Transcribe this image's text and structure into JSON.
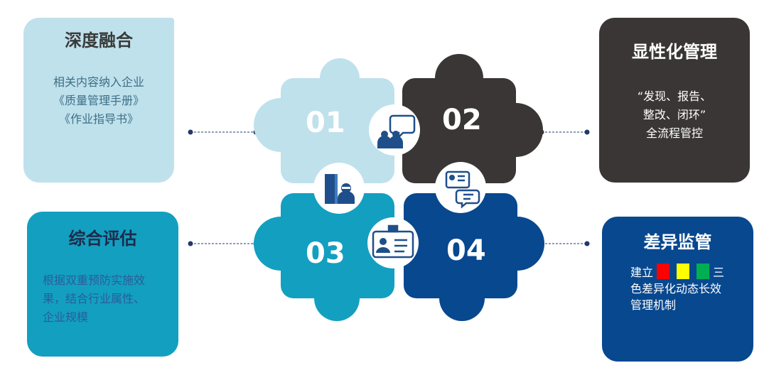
{
  "cards": [
    {
      "title": "深度融合",
      "lines": [
        "相关内容纳入企业",
        "《质量管理手册》",
        "《作业指导书》"
      ]
    },
    {
      "title": "显性化管理",
      "lines": [
        "“发现、报告、",
        "整改、闭环”",
        "全流程管控"
      ]
    },
    {
      "title": "综合评估",
      "lines": [
        "根据双重预防实施效",
        "果，结合行业属性、",
        "企业规模"
      ]
    },
    {
      "title": "差异监管",
      "line1_start": "建立",
      "line1_end": "三",
      "lines_rest": [
        "色差异化动态长效",
        "管理机制"
      ]
    }
  ],
  "pieces": [
    {
      "num": "01",
      "color": "#bfe1ec"
    },
    {
      "num": "02",
      "color": "#3a3635"
    },
    {
      "num": "03",
      "color": "#139fc0"
    },
    {
      "num": "04",
      "color": "#07488f"
    }
  ],
  "colors": {
    "red": "#ff0000",
    "yellow": "#ffff00",
    "green": "#00b050",
    "line": "#1f3a6b"
  },
  "icons": [
    "presentation-users-icon",
    "id-card-chat-icon",
    "book-reader-icon",
    "badge-profile-icon"
  ]
}
